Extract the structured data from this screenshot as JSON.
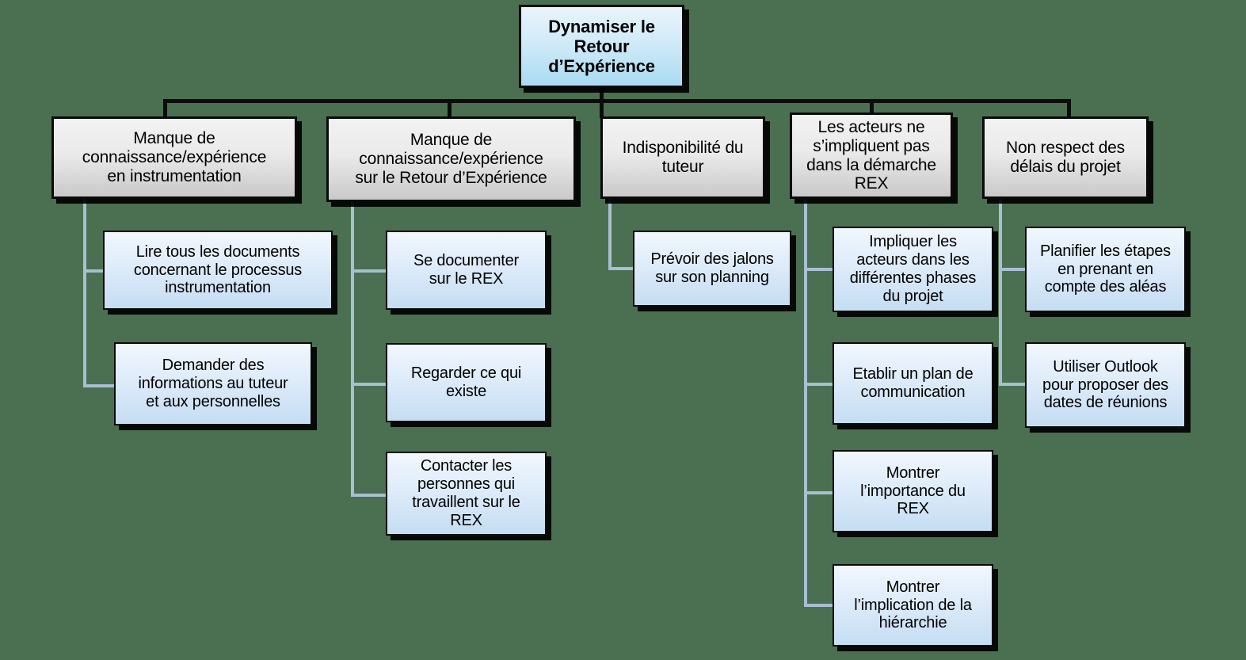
{
  "diagram": {
    "title": "Dynamiser le Retour d’Expérience",
    "background_color": "#4a7051",
    "colors": {
      "root_fill": "#a9dbf2",
      "cause_fill": "#c9c9c9",
      "leaf_fill": "#c5ddf2",
      "connector_blue": "#a9bed1",
      "connector_black": "#0c0c0c",
      "border": "#0a0a0a"
    },
    "root": {
      "label": "Dynamiser le\nRetour\nd’Expérience"
    },
    "branches": [
      {
        "label": "Manque de\nconnaissance/expérience\nen instrumentation",
        "children": [
          {
            "label": "Lire tous les documents\nconcernant le processus\ninstrumentation"
          },
          {
            "label": "Demander des\ninformations au tuteur\net aux personnelles"
          }
        ]
      },
      {
        "label": "Manque de\nconnaissance/expérience\nsur le Retour d’Expérience",
        "children": [
          {
            "label": "Se documenter\nsur le REX"
          },
          {
            "label": "Regarder ce qui\nexiste"
          },
          {
            "label": "Contacter les\npersonnes qui\ntravaillent sur le\nREX"
          }
        ]
      },
      {
        "label": "Indisponibilité du\ntuteur",
        "children": [
          {
            "label": "Prévoir des jalons\nsur son planning"
          }
        ]
      },
      {
        "label": "Les acteurs ne\ns’impliquent pas\ndans la démarche\nREX",
        "children": [
          {
            "label": "Impliquer les\nacteurs dans les\ndifférentes phases\ndu projet"
          },
          {
            "label": "Etablir un plan de\ncommunication"
          },
          {
            "label": "Montrer\nl’importance du\nREX"
          },
          {
            "label": "Montrer\nl’implication de la\nhiérarchie"
          }
        ]
      },
      {
        "label": "Non respect des\ndélais du projet",
        "children": [
          {
            "label": "Planifier les étapes\nen prenant en\ncompte des aléas"
          },
          {
            "label": "Utiliser Outlook\npour proposer des\ndates de réunions"
          }
        ]
      }
    ]
  }
}
